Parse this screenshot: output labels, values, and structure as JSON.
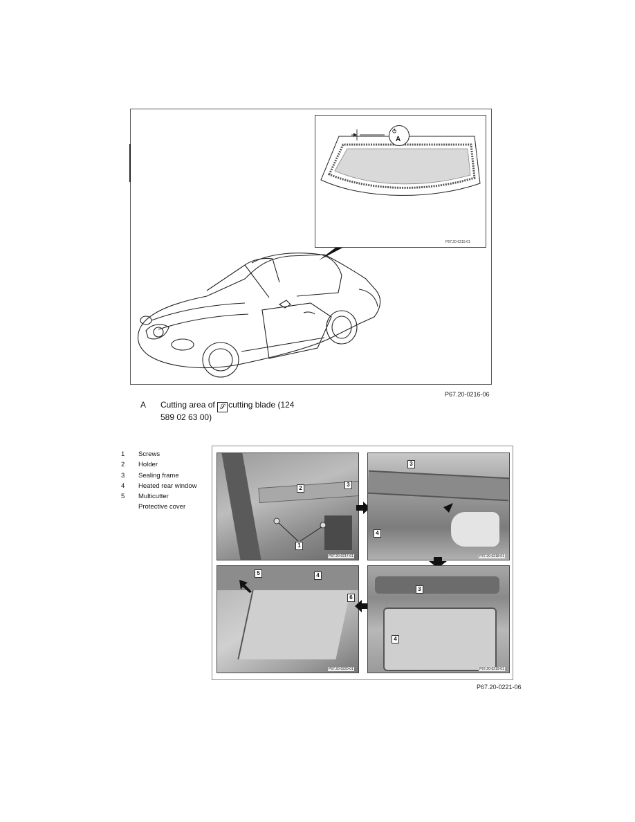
{
  "figure1": {
    "inset_letter": "A",
    "inset_code": "P67.20-0215-01",
    "figure_code": "P67.20-0216-06"
  },
  "legend_a": {
    "letter": "A",
    "text_line1_pre": "Cutting area of",
    "text_line1_post": "cutting blade (124",
    "text_line2": "589 02 63 00)"
  },
  "legend": [
    {
      "num": "1",
      "label": "Screws"
    },
    {
      "num": "2",
      "label": "Holder"
    },
    {
      "num": "3",
      "label": "Sealing frame"
    },
    {
      "num": "4",
      "label": "Heated rear window"
    },
    {
      "num": "5",
      "label": "Multicutter"
    },
    {
      "num": "",
      "label": "Protective cover"
    }
  ],
  "figure2": {
    "figure_code": "P67.20-0221-06",
    "panels": [
      {
        "code": "P67.20-0217-01",
        "tags": [
          "2",
          "3",
          "1"
        ]
      },
      {
        "code": "P67.20-0218-01",
        "tags": [
          "3",
          "4"
        ]
      },
      {
        "code": "P67.20-0220-01",
        "tags": [
          "5",
          "4",
          "6"
        ]
      },
      {
        "code": "P67.20-0219-01",
        "tags": [
          "3",
          "4"
        ]
      }
    ]
  }
}
